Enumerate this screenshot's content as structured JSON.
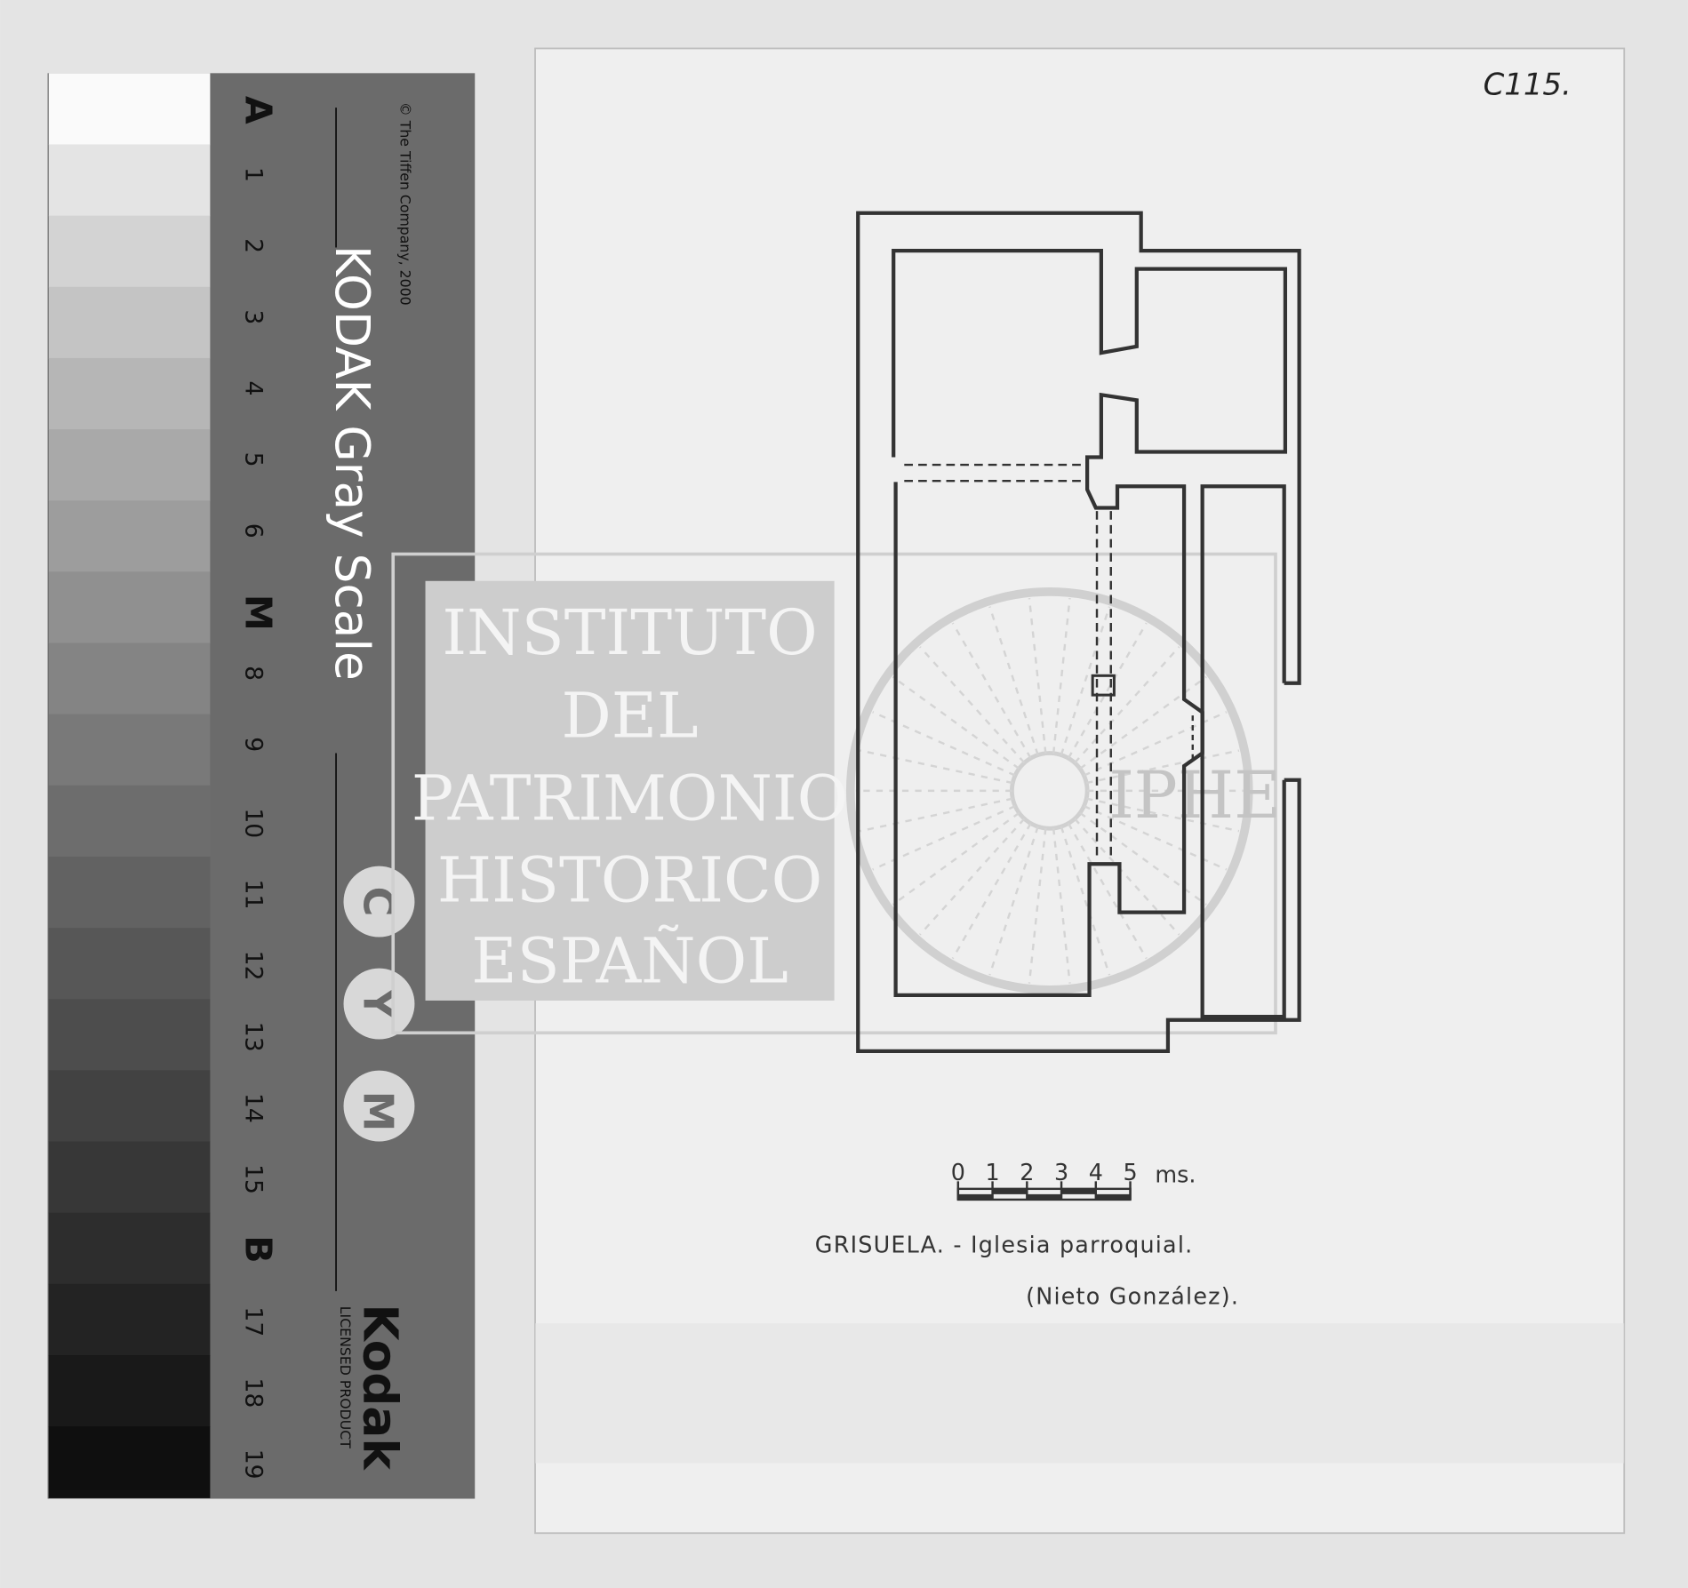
{
  "gray_scale_card": {
    "copyright": "© The Tiffen Company, 2000",
    "title": "KODAK Gray Scale",
    "patch_labels": [
      "A",
      "1",
      "2",
      "3",
      "4",
      "5",
      "6",
      "M",
      "8",
      "9",
      "10",
      "11",
      "12",
      "13",
      "14",
      "15",
      "B",
      "17",
      "18",
      "19"
    ],
    "color_dots": [
      "C",
      "Y",
      "M"
    ],
    "brand": "Kodak",
    "brand_sub": "LICENSED PRODUCT"
  },
  "document": {
    "handwritten_ref": "C115.",
    "watermark": {
      "lines": [
        "INSTITUTO",
        "DEL",
        "PATRIMONIO",
        "HISTORICO",
        "ESPAÑOL"
      ],
      "seal_text": "IPHE"
    },
    "scale_bar": {
      "labels": [
        "0",
        "1",
        "2",
        "3",
        "4",
        "5"
      ],
      "unit": "ms."
    },
    "caption": "GRISUELA. - Iglesia parroquial.",
    "author": "(Nieto González)."
  }
}
